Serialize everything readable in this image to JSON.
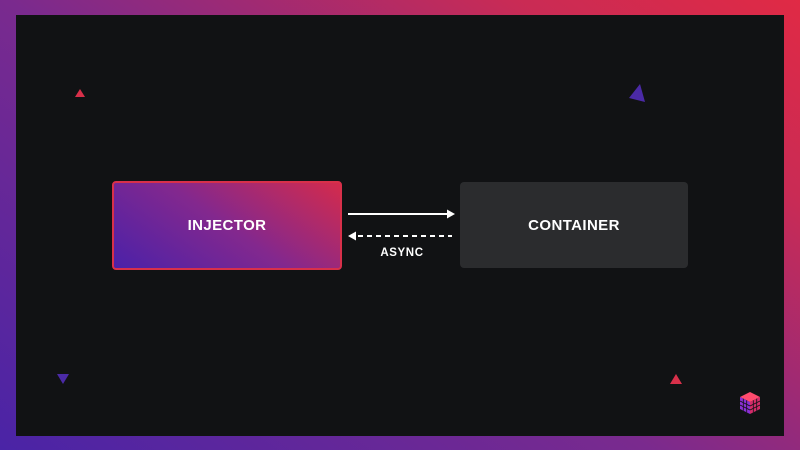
{
  "diagram": {
    "nodes": [
      {
        "id": "injector",
        "label": "INJECTOR"
      },
      {
        "id": "container",
        "label": "CONTAINER"
      }
    ],
    "edges": [
      {
        "from": "injector",
        "to": "container",
        "style": "solid",
        "label": ""
      },
      {
        "from": "container",
        "to": "injector",
        "style": "dashed",
        "label": "ASYNC"
      }
    ]
  },
  "colors": {
    "background": "#111214",
    "container_fill": "#2b2c2e",
    "gradient_purple": "#4b21a8",
    "gradient_red": "#d42b4c",
    "text": "#ffffff"
  },
  "decorations": {
    "shapes": [
      "triangle",
      "triangle",
      "triangle",
      "triangle"
    ],
    "logo_icon": "cube-grid-logo"
  }
}
